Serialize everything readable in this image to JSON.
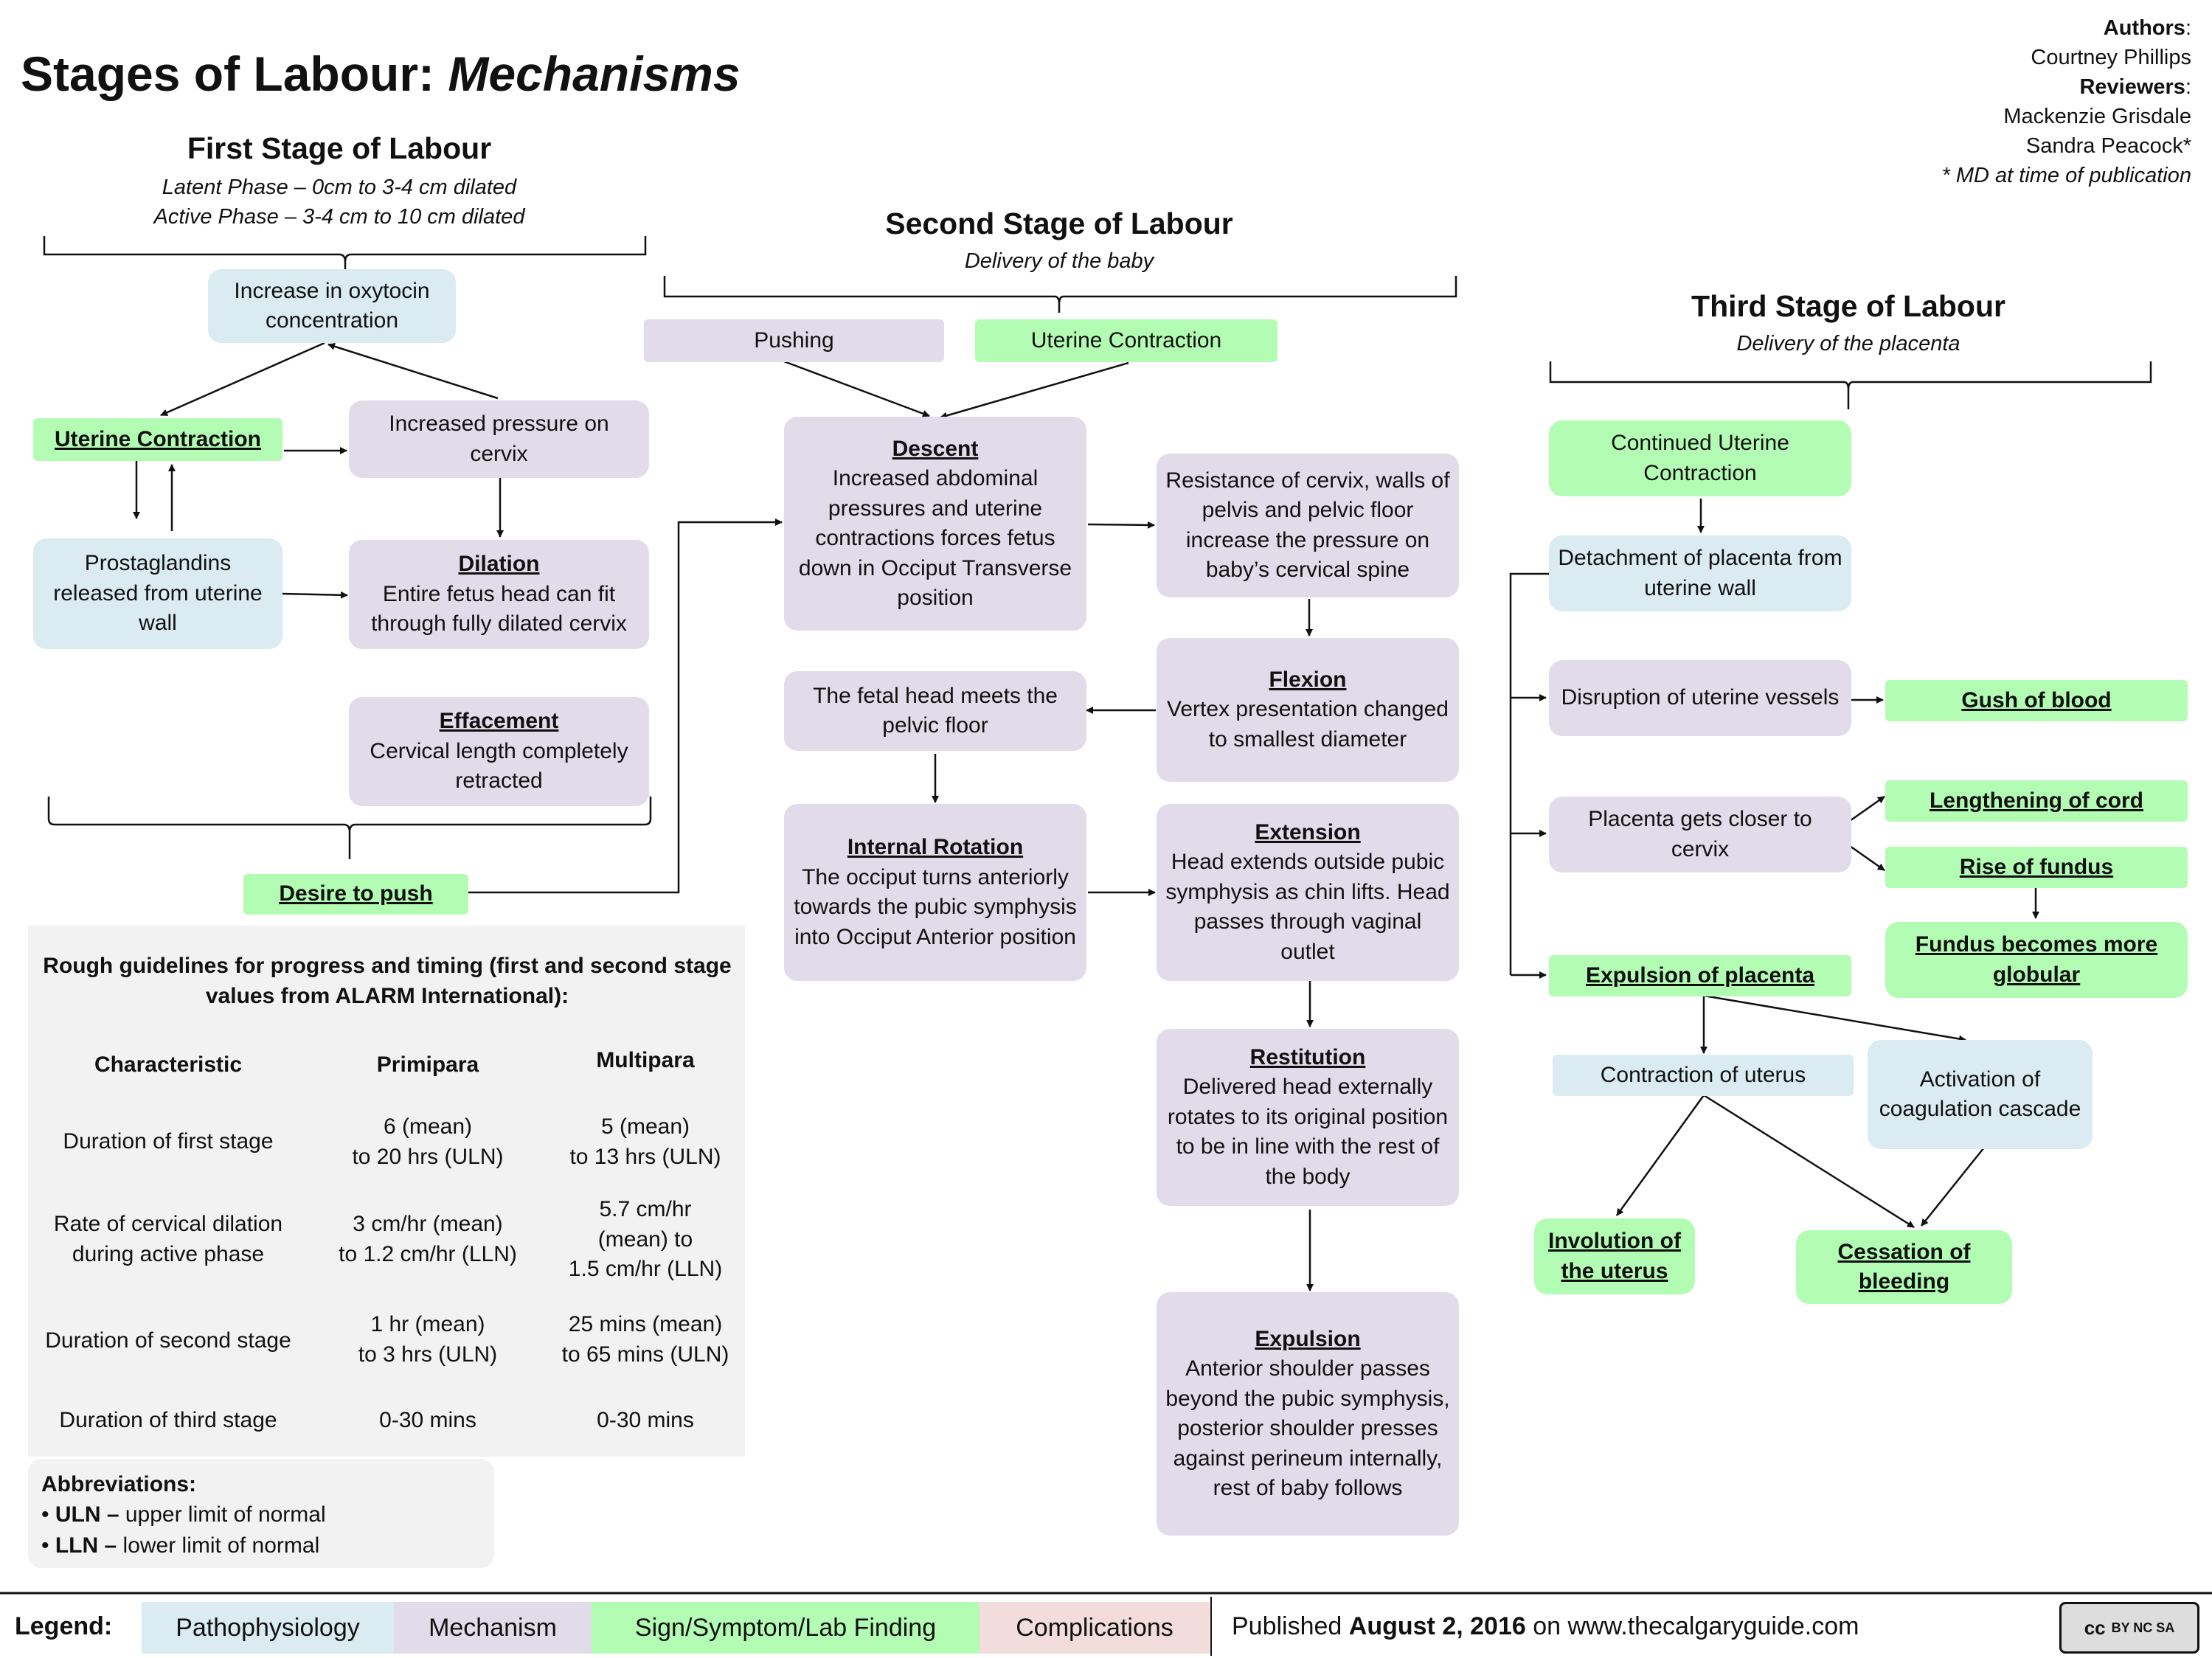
{
  "title": {
    "main": "Stages of Labour: ",
    "italic": "Mechanisms"
  },
  "credits": {
    "authors_label": "Authors",
    "authors": "Courtney Phillips",
    "reviewers_label": "Reviewers",
    "reviewer1": "Mackenzie Grisdale",
    "reviewer2": "Sandra Peacock*",
    "note": "* MD at time of publication"
  },
  "first_stage": {
    "title": "First Stage of Labour",
    "latent": "Latent Phase –  0cm to 3-4 cm dilated",
    "active": "Active Phase – 3-4 cm to 10 cm dilated",
    "oxytocin": "Increase in oxytocin concentration",
    "uterine_contraction": "Uterine Contraction",
    "pressure": "Increased pressure on cervix",
    "prostaglandins": "Prostaglandins released from uterine wall",
    "dilation_title": "Dilation",
    "dilation_body": "Entire fetus head can fit through fully dilated cervix",
    "effacement_title": "Effacement",
    "effacement_body": "Cervical length completely retracted",
    "desire": "Desire to push"
  },
  "second_stage": {
    "title": "Second Stage of Labour",
    "subtitle": "Delivery of the baby",
    "pushing": "Pushing",
    "uterine_contraction": "Uterine Contraction",
    "descent_title": "Descent",
    "descent_body": "Increased abdominal pressures and uterine contractions forces fetus down in Occiput Transverse position",
    "resistance": "Resistance of cervix, walls of pelvis and pelvic floor increase the pressure on baby’s cervical spine",
    "pelvic_floor": "The fetal head meets the pelvic floor",
    "flexion_title": "Flexion",
    "flexion_body": "Vertex presentation changed to smallest diameter",
    "rotation_title": "Internal Rotation",
    "rotation_body": "The occiput turns anteriorly towards the pubic symphysis into Occiput Anterior position",
    "extension_title": "Extension",
    "extension_body": "Head extends outside pubic symphysis as chin lifts. Head passes through vaginal outlet",
    "restitution_title": "Restitution",
    "restitution_body": "Delivered head externally rotates to its original position to be in line with the rest of the body",
    "expulsion_title": "Expulsion",
    "expulsion_body": "Anterior shoulder passes beyond the pubic symphysis, posterior shoulder presses against perineum internally, rest of baby follows"
  },
  "third_stage": {
    "title": "Third Stage of Labour",
    "subtitle": "Delivery of the placenta",
    "continued": "Continued Uterine Contraction",
    "detachment": "Detachment of placenta from uterine wall",
    "disruption": "Disruption of uterine vessels",
    "gush": "Gush of blood",
    "closer": "Placenta gets closer to cervix",
    "lengthening": "Lengthening of cord",
    "rise": "Rise of fundus",
    "globular": "Fundus becomes more globular",
    "expulsion": "Expulsion of placenta",
    "contraction": "Contraction of uterus",
    "coagulation": "Activation of coagulation cascade",
    "involution": "Involution of the uterus",
    "cessation": "Cessation of bleeding"
  },
  "table": {
    "caption": "Rough guidelines for progress and timing (first and second stage values from ALARM International):",
    "headers": [
      "Characteristic",
      "Primipara",
      "Multipara"
    ],
    "rows": [
      [
        "Duration of first stage",
        "6 (mean)\nto 20 hrs (ULN)",
        "5 (mean)\nto 13 hrs (ULN)"
      ],
      [
        "Rate of cervical dilation during active phase",
        "3 cm/hr (mean)\nto 1.2 cm/hr (LLN)",
        "5.7 cm/hr\n(mean) to\n1.5 cm/hr (LLN)"
      ],
      [
        "Duration of second stage",
        "1 hr (mean)\nto 3 hrs (ULN)",
        "25 mins (mean)\nto 65 mins (ULN)"
      ],
      [
        "Duration of third stage",
        "0-30 mins",
        "0-30 mins"
      ]
    ]
  },
  "abbreviations": {
    "title": "Abbreviations:",
    "uln_key": "ULN –",
    "uln_val": " upper limit of normal",
    "lln_key": "LLN –",
    "lln_val": " lower limit of normal"
  },
  "legend": {
    "label": "Legend:",
    "items": [
      "Pathophysiology",
      "Mechanism",
      "Sign/Symptom/Lab Finding",
      "Complications"
    ]
  },
  "footer": {
    "published_prefix": "Published ",
    "date": "August 2, 2016",
    "published_suffix": " on www.thecalgaryguide.com",
    "license": "BY NC SA"
  },
  "colors": {
    "pathophysiology": "#daebf2",
    "mechanism": "#e2dcea",
    "sign": "#b3fcb3",
    "complications": "#f2dcdc"
  }
}
